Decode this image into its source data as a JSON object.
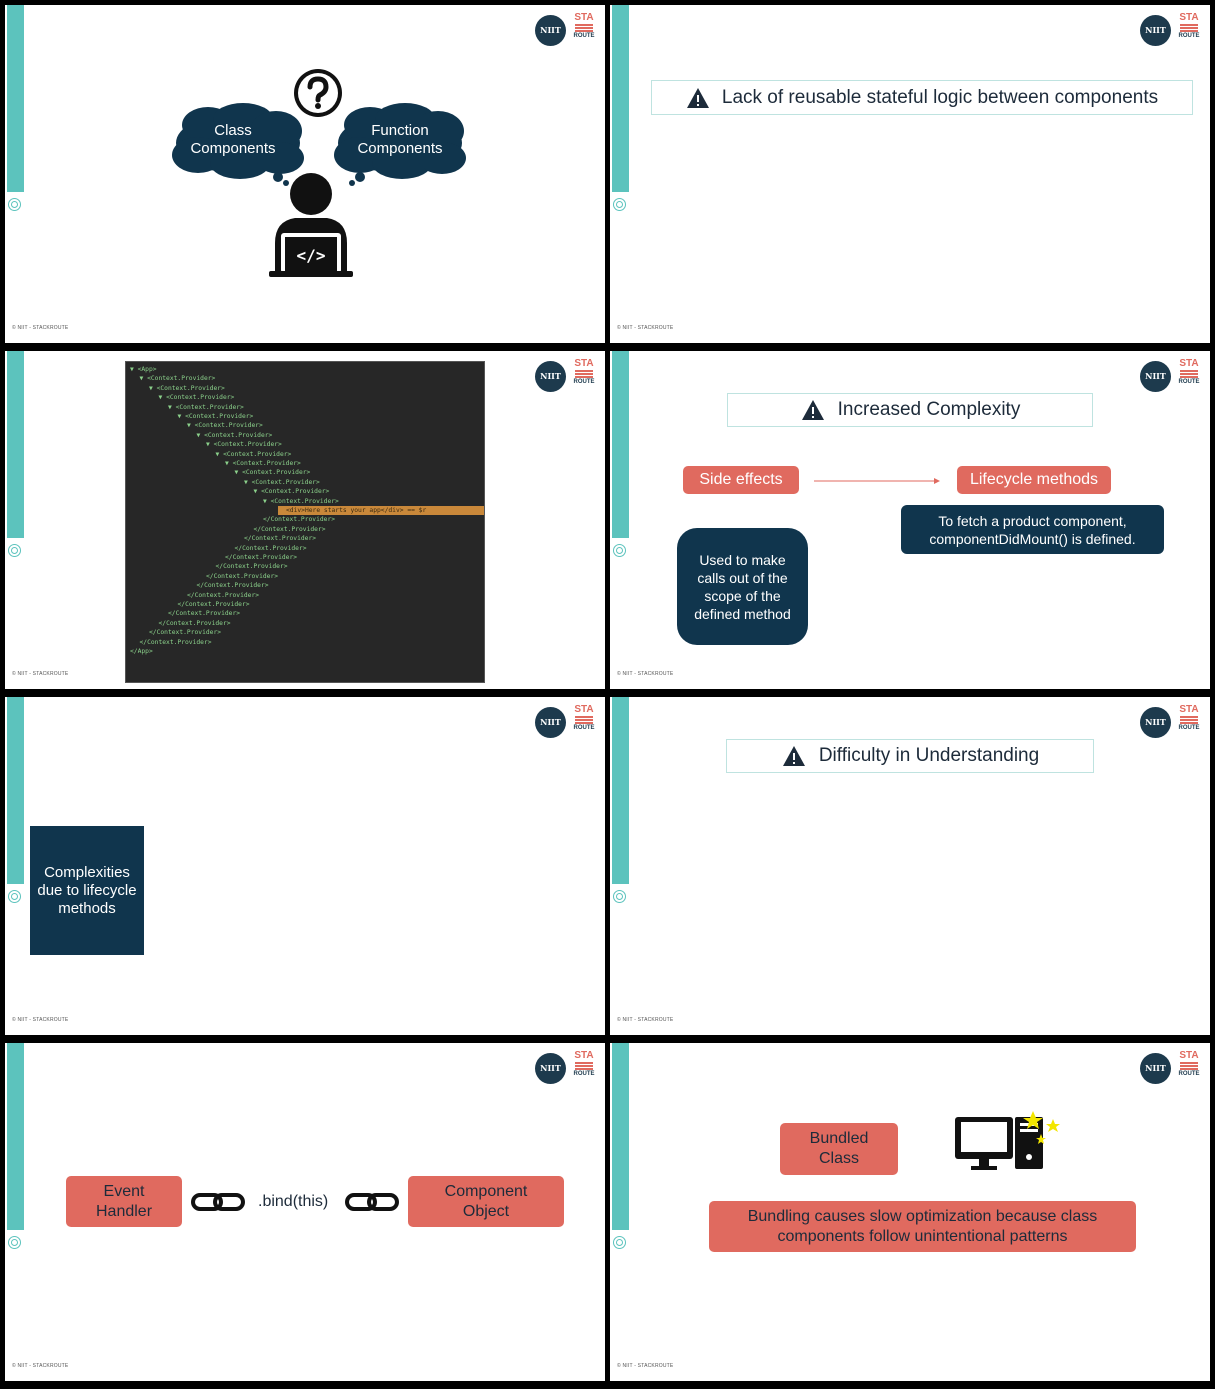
{
  "common": {
    "footer": "© NIIT - STACKROUTE",
    "logo_niit": "NIIT",
    "logo_sta": "STA",
    "logo_route": "ROUTE"
  },
  "slide1": {
    "cloud_left": "Class Components",
    "cloud_right": "Function Components",
    "question_icon": "question-icon",
    "person_icon": "developer-laptop-icon"
  },
  "slide2": {
    "title": "Lack of reusable stateful logic between components"
  },
  "slide3": {
    "code_lines": [
      "▼ <App>",
      "▼ <Context.Provider>",
      "▼ <Context.Provider>",
      "▼ <Context.Provider>",
      "▼ <Context.Provider>",
      "▼ <Context.Provider>",
      "▼ <Context.Provider>",
      "▼ <Context.Provider>",
      "▼ <Context.Provider>",
      "▼ <Context.Provider>",
      "▼ <Context.Provider>",
      "▼ <Context.Provider>",
      "▼ <Context.Provider>",
      "▼ <Context.Provider>",
      "▼ <Context.Provider>",
      "<div>Here starts your app</div> == $r",
      "</Context.Provider>",
      "</Context.Provider>",
      "</Context.Provider>",
      "</Context.Provider>",
      "</Context.Provider>",
      "</Context.Provider>",
      "</Context.Provider>",
      "</Context.Provider>",
      "</Context.Provider>",
      "</Context.Provider>",
      "</Context.Provider>",
      "</Context.Provider>",
      "</Context.Provider>",
      "</Context.Provider>",
      "</App>"
    ]
  },
  "slide4": {
    "title": "Increased Complexity",
    "side_effects": "Side effects",
    "lifecycle": "Lifecycle methods",
    "fetch_note": "To fetch a product component, componentDidMount() is defined.",
    "used_note": "Used to make calls out of the scope of the defined method"
  },
  "slide5": {
    "box": "Complexities due to lifecycle methods"
  },
  "slide6": {
    "title": "Difficulty in Understanding"
  },
  "slide7": {
    "event_handler": "Event Handler",
    "bind": ".bind(this)",
    "component_object": "Component Object"
  },
  "slide8": {
    "bundled": "Bundled Class",
    "note": "Bundling causes slow optimization because class components follow unintentional patterns",
    "computer_icon": "computer-stars-icon"
  }
}
